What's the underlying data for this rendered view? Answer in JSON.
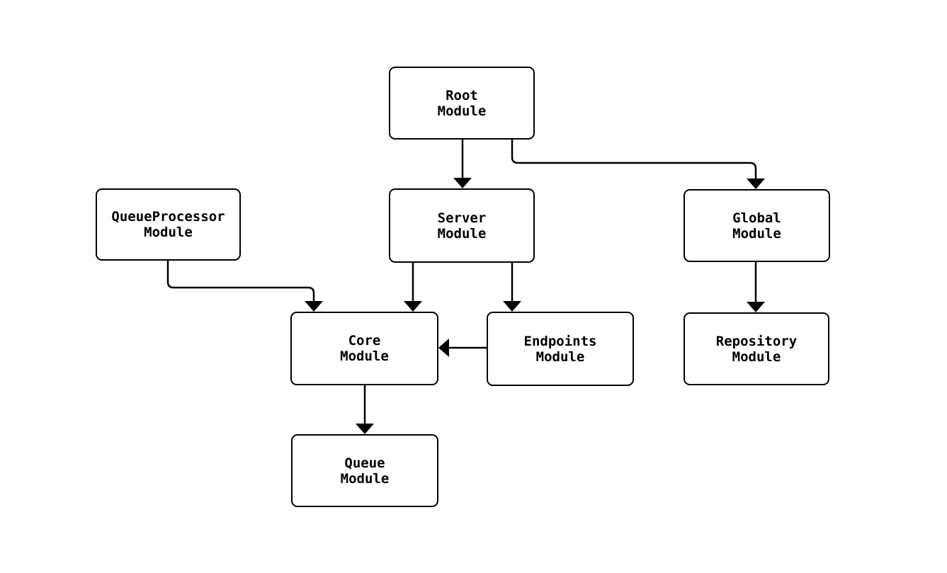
{
  "diagram": {
    "type": "flowchart",
    "background_color": "#ffffff",
    "line_color": "#000000",
    "text_color": "#000000",
    "nodes": [
      {
        "id": "root",
        "line1": "Root",
        "line2": "Module"
      },
      {
        "id": "queueprocessor",
        "line1": "QueueProcessor",
        "line2": "Module"
      },
      {
        "id": "server",
        "line1": "Server",
        "line2": "Module"
      },
      {
        "id": "global",
        "line1": "Global",
        "line2": "Module"
      },
      {
        "id": "core",
        "line1": "Core",
        "line2": "Module"
      },
      {
        "id": "endpoints",
        "line1": "Endpoints",
        "line2": "Module"
      },
      {
        "id": "repository",
        "line1": "Repository",
        "line2": "Module"
      },
      {
        "id": "queue",
        "line1": "Queue",
        "line2": "Module"
      }
    ],
    "edges": [
      {
        "from": "Root Module",
        "to": "Server Module"
      },
      {
        "from": "Root Module",
        "to": "Global Module"
      },
      {
        "from": "QueueProcessor Module",
        "to": "Core Module"
      },
      {
        "from": "Server Module",
        "to": "Core Module"
      },
      {
        "from": "Server Module",
        "to": "Endpoints Module"
      },
      {
        "from": "Endpoints Module",
        "to": "Core Module"
      },
      {
        "from": "Global Module",
        "to": "Repository Module"
      },
      {
        "from": "Core Module",
        "to": "Queue Module"
      }
    ]
  }
}
